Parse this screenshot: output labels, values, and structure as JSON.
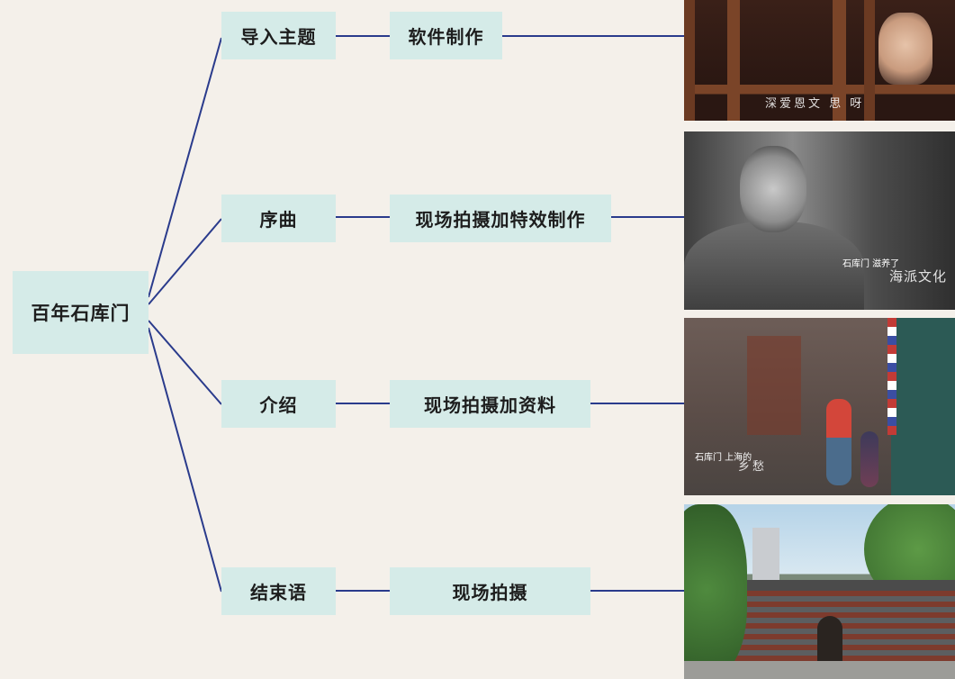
{
  "root": {
    "label": "百年石库门"
  },
  "branches": [
    {
      "label": "导入主题",
      "method": "软件制作",
      "photo_caption": "深爱恩文 思 呀"
    },
    {
      "label": "序曲",
      "method": "现场拍摄加特效制作",
      "photo_caption_small": "石库门 滋养了",
      "photo_caption": "海派文化"
    },
    {
      "label": "介绍",
      "method": "现场拍摄加资料",
      "photo_caption_small": "石库门 上海的",
      "photo_caption": "乡愁"
    },
    {
      "label": "结束语",
      "method": "现场拍摄"
    }
  ],
  "colors": {
    "box_fill": "#d5ebe8",
    "line": "#2a3b8c",
    "background": "#f4f0ea"
  }
}
